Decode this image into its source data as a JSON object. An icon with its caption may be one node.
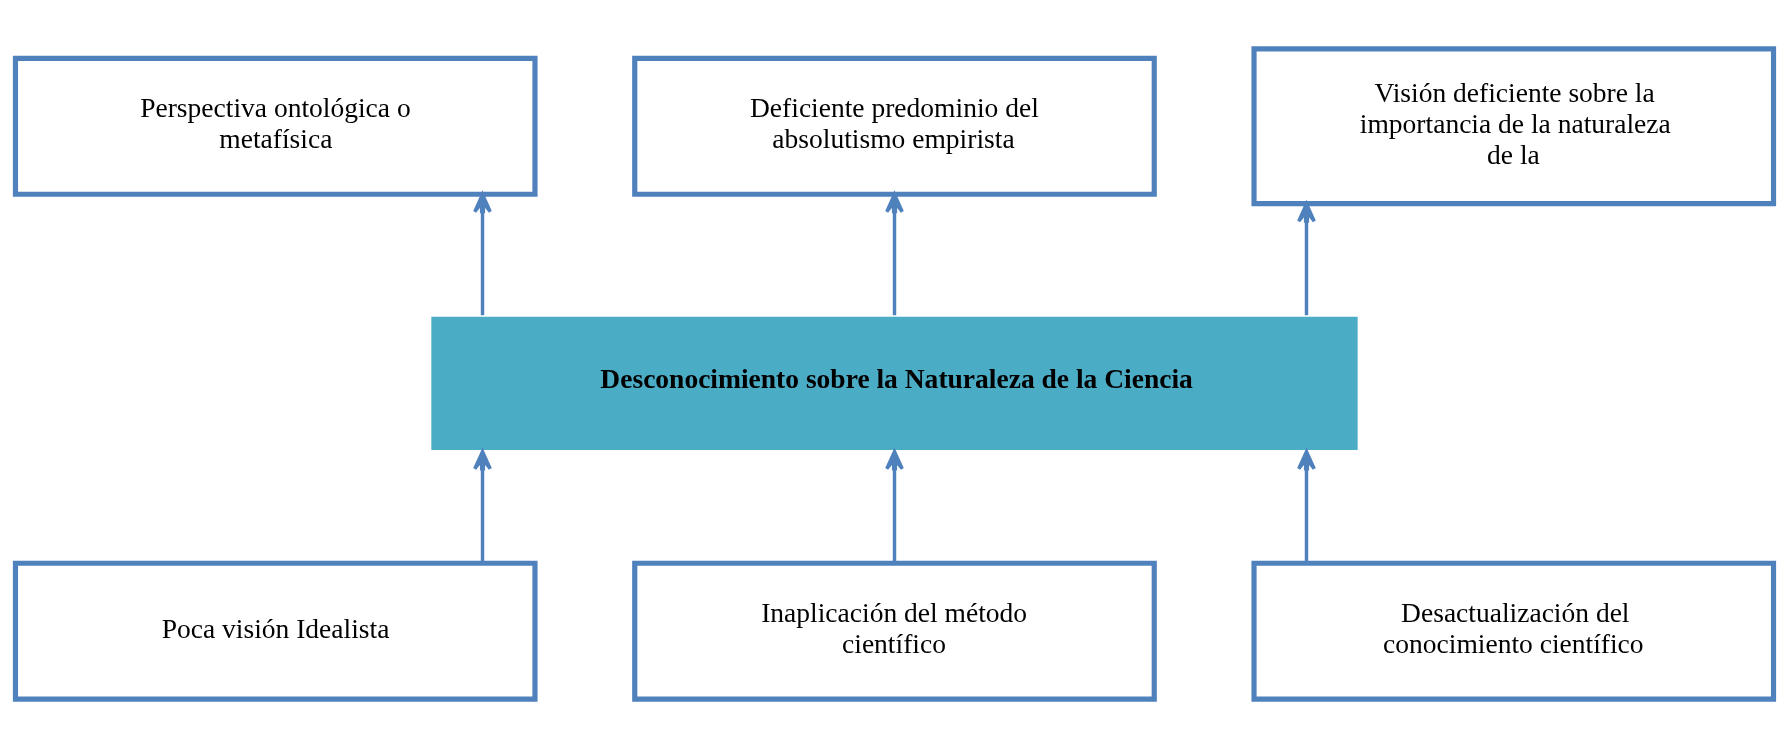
{
  "diagram": {
    "nodes": [
      {
        "text": [
          "Perspectiva ontológica o metafísica"
        ]
      },
      {
        "text": [
          "Deficiente predominio del absolutismo empirista"
        ]
      },
      {
        "text": [
          "Visión deficiente sobre la importancia de la naturaleza de la"
        ]
      },
      {
        "text": [
          "Desconocimiento sobre la Naturaleza de la Ciencia"
        ]
      },
      {
        "text": [
          "Poca visión Idealista"
        ]
      },
      {
        "text": [
          "Inaplicación del método científico"
        ]
      },
      {
        "text": [
          "Desactualización del conocimiento científico"
        ]
      }
    ],
    "edges": [
      {
        "from": 3,
        "to": 0,
        "arrow": "to"
      },
      {
        "from": 3,
        "to": 1,
        "arrow": "to"
      },
      {
        "from": 3,
        "to": 2,
        "arrow": "to"
      },
      {
        "from": 4,
        "to": 3,
        "arrow": "to"
      },
      {
        "from": 5,
        "to": 3,
        "arrow": "to"
      },
      {
        "from": 6,
        "to": 3,
        "arrow": "to"
      }
    ]
  }
}
